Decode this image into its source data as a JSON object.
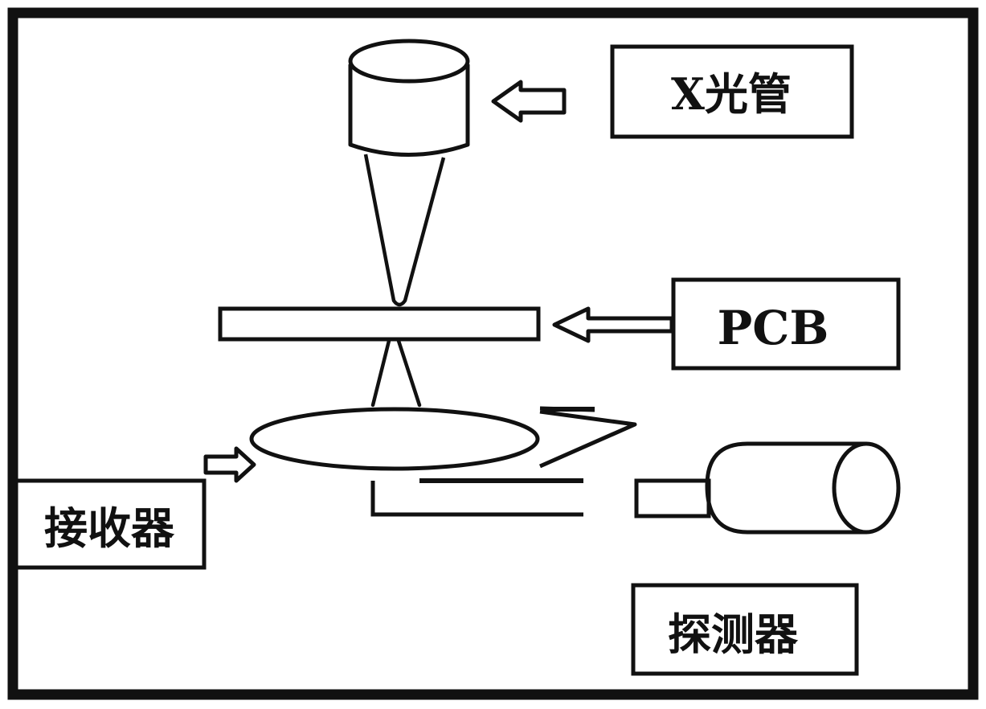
{
  "labels": {
    "xray_tube": "X光管",
    "pcb": "PCB",
    "receiver": "接收器",
    "detector": "探测器"
  },
  "colors": {
    "stroke": "#111111",
    "background": "#ffffff"
  }
}
